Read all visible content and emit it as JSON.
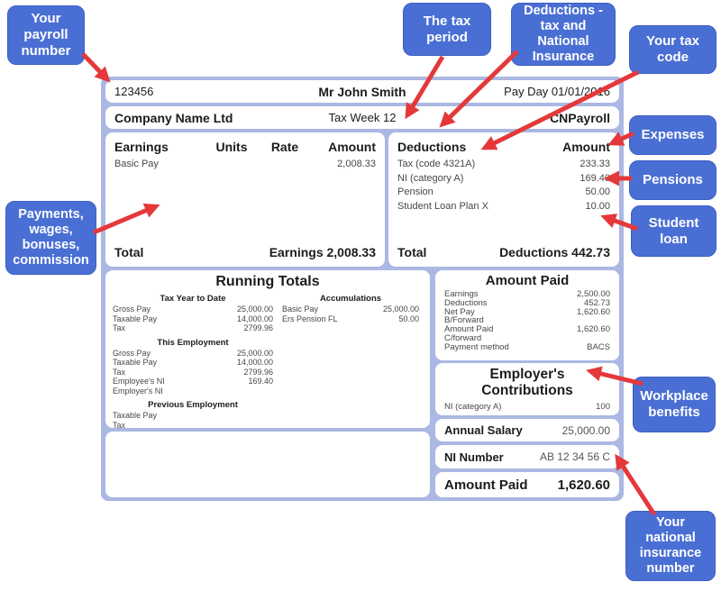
{
  "colors": {
    "callout_bg": "#4a6fd4",
    "callout_text": "#ffffff",
    "arrow": "#e5383b",
    "payslip_frame": "#abb8e3",
    "panel_bg": "#ffffff",
    "text_dark": "#1c1c1e",
    "text_soft": "#47474d"
  },
  "annotations": {
    "payroll_number": "Your payroll number",
    "tax_period": "The tax period",
    "deductions_ni": "Deductions - tax and National Insurance",
    "tax_code": "Your tax code",
    "expenses": "Expenses",
    "pensions": "Pensions",
    "student_loan": "Student loan",
    "payments": "Payments, wages, bonuses, commission",
    "workplace_benefits": "Workplace benefits",
    "national_insurance": "Your national insurance number"
  },
  "payslip": {
    "header": {
      "payroll_number": "123456",
      "employee_name": "Mr John Smith",
      "pay_day": "Pay Day 01/01/2016"
    },
    "company_row": {
      "company_name": "Company Name Ltd",
      "tax_period": "Tax Week 12",
      "payroll_name": "CNPayroll"
    },
    "earnings": {
      "headers": [
        "Earnings",
        "Units",
        "Rate",
        "Amount"
      ],
      "rows": [
        {
          "label": "Basic Pay",
          "amount": "2,008.33"
        }
      ],
      "total_label": "Total",
      "total_value": "Earnings 2,008.33"
    },
    "deductions": {
      "header_label": "Deductions",
      "header_amount": "Amount",
      "rows": [
        [
          "Tax (code 4321A)",
          "233.33"
        ],
        [
          "NI (category A)",
          "169.40"
        ],
        [
          "Pension",
          "50.00"
        ],
        [
          "Student Loan Plan X",
          "10.00"
        ]
      ],
      "total_label": "Total",
      "total_value": "Deductions 442.73"
    },
    "running_totals": {
      "title": "Running Totals",
      "left": {
        "s1_title": "Tax Year to Date",
        "s1_rows": [
          [
            "Gross Pay",
            "25,000.00"
          ],
          [
            "Taxable Pay",
            "14,000.00"
          ],
          [
            "Tax",
            "2799.96"
          ]
        ],
        "s2_title": "This Employment",
        "s2_rows": [
          [
            "Gross Pay",
            "25,000.00"
          ],
          [
            "Taxable Pay",
            "14,000.00"
          ],
          [
            "Tax",
            "2799.96"
          ],
          [
            "Employee's NI",
            "169.40"
          ],
          [
            "Employer's NI",
            ""
          ]
        ],
        "s3_title": "Previous Employment",
        "s3_rows": [
          [
            "Taxable Pay",
            ""
          ],
          [
            "Tax",
            ""
          ]
        ]
      },
      "right": {
        "title": "Accumulations",
        "rows": [
          [
            "Basic Pay",
            "25,000.00"
          ],
          [
            "Ers Pension FL",
            "50.00"
          ]
        ]
      }
    },
    "amount_paid": {
      "title": "Amount Paid",
      "rows": [
        [
          "Earnings",
          "2,500.00"
        ],
        [
          "Deductions",
          "452.73"
        ],
        [
          "Net Pay",
          "1,620.60"
        ],
        [
          "B/Forward",
          ""
        ],
        [
          "",
          ""
        ],
        [
          "Amount Paid",
          "1,620.60"
        ],
        [
          "C/forward",
          ""
        ],
        [
          "Payment method",
          "BACS"
        ]
      ]
    },
    "employers_contributions": {
      "title": "Employer's Contributions",
      "rows": [
        [
          "NI (category A)",
          "100"
        ]
      ]
    },
    "annual_salary": {
      "label": "Annual Salary",
      "value": "25,000.00"
    },
    "ni_number": {
      "label": "NI Number",
      "value": "AB 12 34 56 C"
    },
    "amount_paid_total": {
      "label": "Amount Paid",
      "value": "1,620.60"
    }
  }
}
